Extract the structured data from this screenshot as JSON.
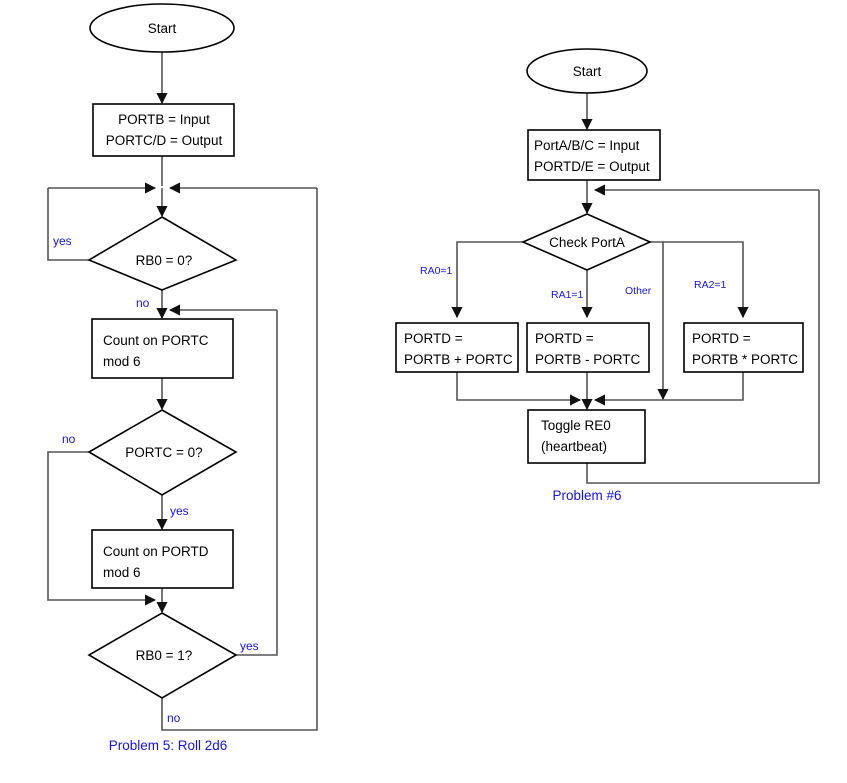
{
  "diagram": {
    "title_left": "Problem 5: Roll 2d6",
    "title_right": "Problem #6",
    "flowcharts": [
      {
        "id": "left",
        "caption": "Problem 5: Roll 2d6",
        "nodes": [
          {
            "id": "l-start",
            "type": "terminator",
            "lines": [
              "Start"
            ]
          },
          {
            "id": "l-init",
            "type": "process",
            "lines": [
              "PORTB = Input",
              "PORTC/D = Output"
            ]
          },
          {
            "id": "l-d1",
            "type": "decision",
            "lines": [
              "RB0 = 0?"
            ]
          },
          {
            "id": "l-p1",
            "type": "process",
            "lines": [
              "Count on PORTC",
              "mod 6"
            ]
          },
          {
            "id": "l-d2",
            "type": "decision",
            "lines": [
              "PORTC = 0?"
            ]
          },
          {
            "id": "l-p2",
            "type": "process",
            "lines": [
              "Count on PORTD",
              "mod 6"
            ]
          },
          {
            "id": "l-d3",
            "type": "decision",
            "lines": [
              "RB0 = 1?"
            ]
          }
        ],
        "edge_labels": [
          {
            "id": "l-d1-yes",
            "text": "yes"
          },
          {
            "id": "l-d1-no",
            "text": "no"
          },
          {
            "id": "l-d2-no",
            "text": "no"
          },
          {
            "id": "l-d2-yes",
            "text": "yes"
          },
          {
            "id": "l-d3-yes",
            "text": "yes"
          },
          {
            "id": "l-d3-no",
            "text": "no"
          }
        ]
      },
      {
        "id": "right",
        "caption": "Problem #6",
        "nodes": [
          {
            "id": "r-start",
            "type": "terminator",
            "lines": [
              "Start"
            ]
          },
          {
            "id": "r-init",
            "type": "process",
            "lines": [
              "PortA/B/C = Input",
              "PORTD/E = Output"
            ]
          },
          {
            "id": "r-d1",
            "type": "decision",
            "lines": [
              "Check PortA"
            ]
          },
          {
            "id": "r-add",
            "type": "process",
            "lines": [
              "PORTD =",
              "PORTB + PORTC"
            ]
          },
          {
            "id": "r-sub",
            "type": "process",
            "lines": [
              "PORTD =",
              "PORTB - PORTC"
            ]
          },
          {
            "id": "r-mul",
            "type": "process",
            "lines": [
              "PORTD =",
              "PORTB * PORTC"
            ]
          },
          {
            "id": "r-toggle",
            "type": "process",
            "lines": [
              "Toggle RE0",
              "(heartbeat)"
            ]
          }
        ],
        "edge_labels": [
          {
            "id": "r-ra0",
            "text": "RA0=1"
          },
          {
            "id": "r-ra1",
            "text": "RA1=1"
          },
          {
            "id": "r-other",
            "text": "Other"
          },
          {
            "id": "r-ra2",
            "text": "RA2=1"
          }
        ]
      }
    ],
    "colors": {
      "shape_stroke": "#000000",
      "shape_fill": "#ffffff",
      "connector": "#555555",
      "label_blue": "#1414e0",
      "text_black": "#000000",
      "background": "#ffffff"
    }
  }
}
